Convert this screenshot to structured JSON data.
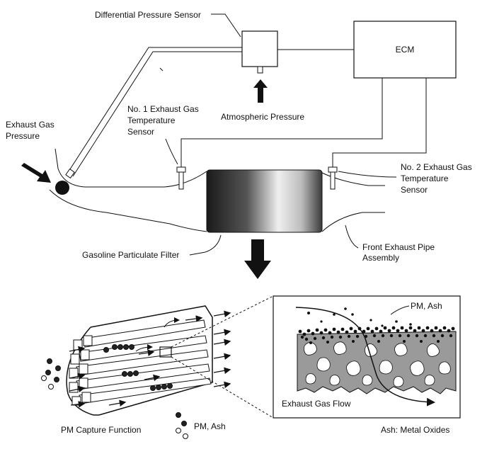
{
  "colors": {
    "ink": "#111111",
    "filter_dark": "#202020",
    "filter_light": "#e8e8e8",
    "porous_gray": "#9a9a9a",
    "background": "#ffffff"
  },
  "labels": {
    "differential_pressure_sensor": "Differential Pressure Sensor",
    "ecm": "ECM",
    "atmospheric_pressure": "Atmospheric Pressure",
    "exhaust_gas_pressure": [
      "Exhaust Gas",
      "Pressure"
    ],
    "no1_sensor": [
      "No. 1 Exhaust Gas",
      "Temperature",
      "Sensor"
    ],
    "no2_sensor": [
      "No. 2 Exhaust Gas",
      "Temperature",
      "Sensor"
    ],
    "gasoline_particulate_filter": "Gasoline Particulate Filter",
    "front_exhaust_pipe": [
      "Front Exhaust Pipe",
      "Assembly"
    ],
    "pm_capture_function": "PM Capture Function",
    "pm_ash_legend": "PM, Ash",
    "pm_ash_detail": "PM, Ash",
    "exhaust_gas_flow": "Exhaust Gas Flow",
    "ash_metal_oxides": "Ash: Metal Oxides"
  },
  "icons": {
    "flow_arrow": "block-arrow-icon",
    "particle": "particle-dot-icon"
  }
}
